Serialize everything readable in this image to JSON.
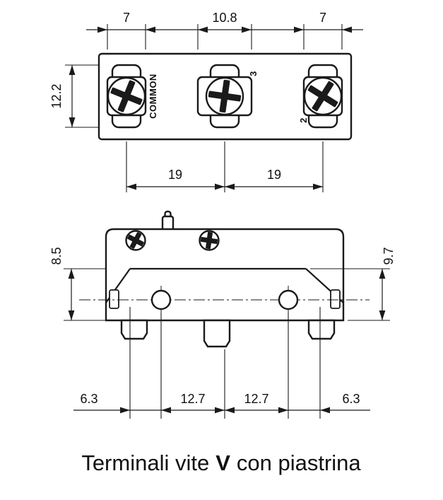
{
  "colors": {
    "ink": "#1a1a1a",
    "bg": "#ffffff"
  },
  "top_view": {
    "dim_pad_left": "7",
    "dim_middle": "10.8",
    "dim_pad_right": "7",
    "dim_height": "12.2",
    "dim_pitch_left": "19",
    "dim_pitch_right": "19",
    "marking_common": "COMMON",
    "marking_no": "3",
    "marking_nc": "2"
  },
  "front_view": {
    "dim_left": "8.5",
    "dim_right": "9.7",
    "dim_b1": "6.3",
    "dim_b2": "12.7",
    "dim_b3": "12.7",
    "dim_b4": "6.3"
  },
  "caption": {
    "prefix": "Terminali vite",
    "bold": "V",
    "suffix": "con piastrina"
  }
}
